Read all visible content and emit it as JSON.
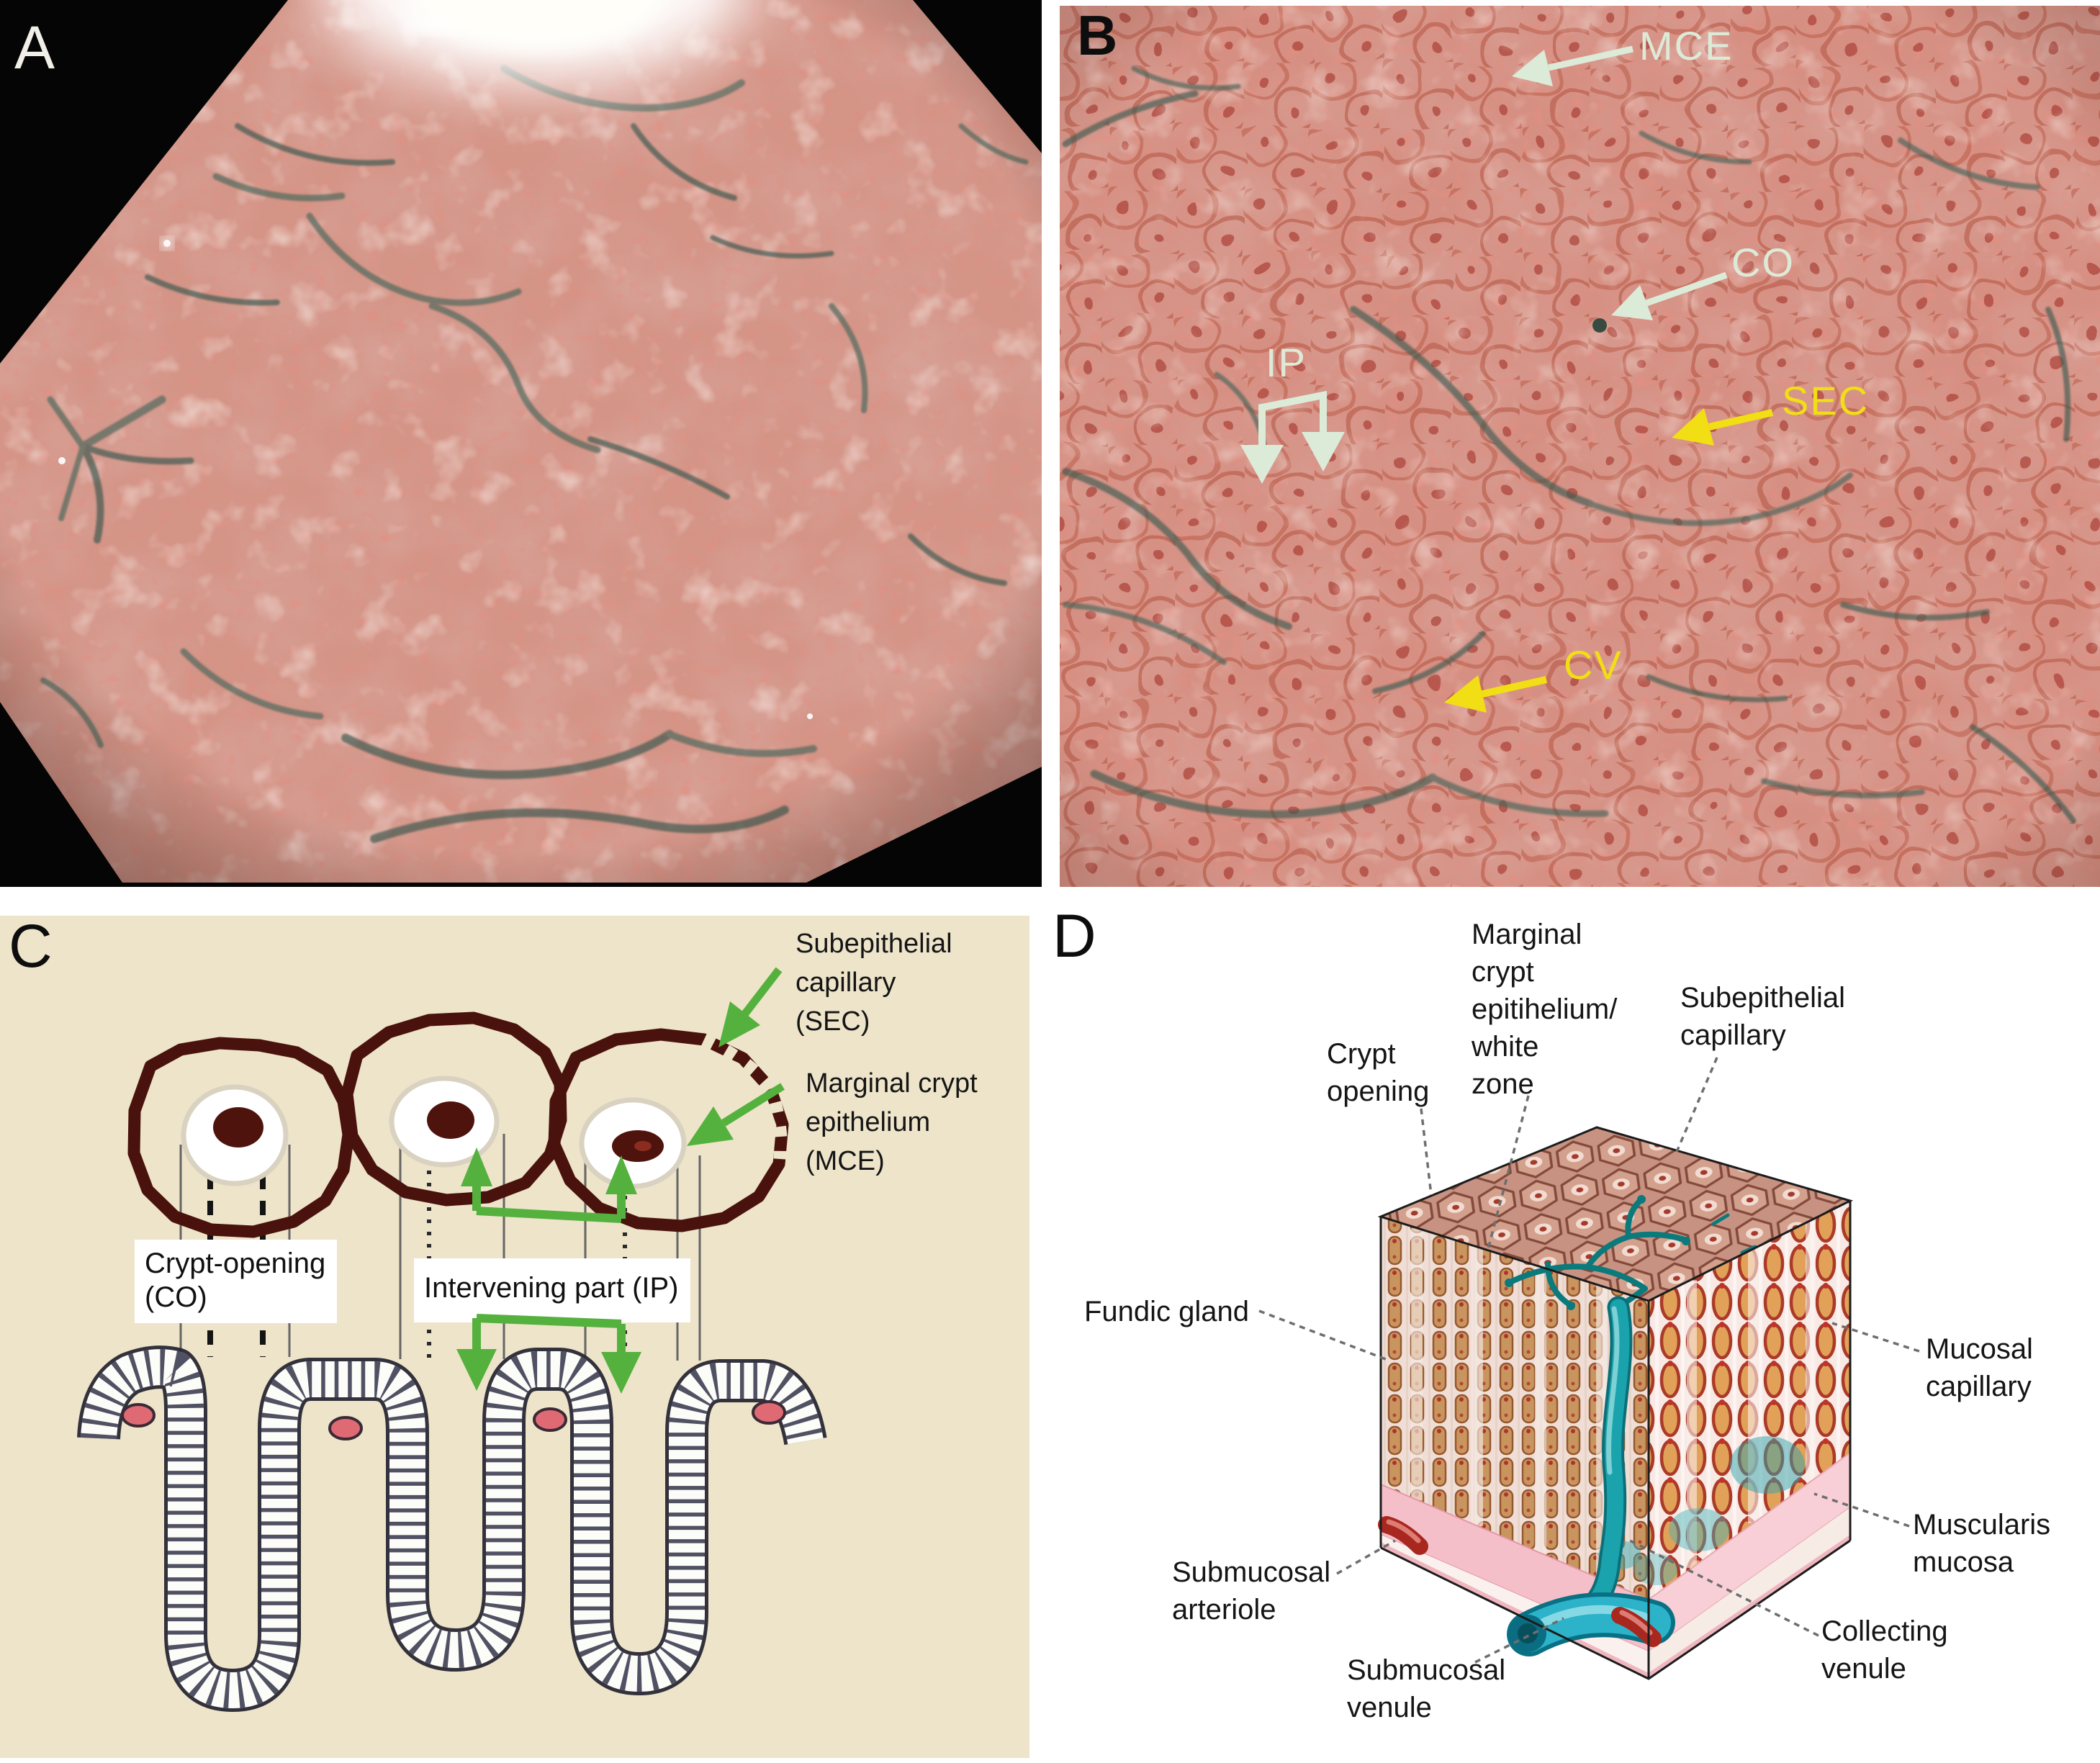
{
  "panels": {
    "a": {
      "letter": "A"
    },
    "b": {
      "letter": "B",
      "labels": {
        "mce": "MCE",
        "co": "CO",
        "ip": "IP",
        "sec": "SEC",
        "cv": "CV"
      }
    },
    "c": {
      "letter": "C",
      "labels": {
        "sec_lines": [
          "Subepithelial",
          "capillary",
          "(SEC)"
        ],
        "mce_lines": [
          "Marginal crypt",
          "epithelium",
          "(MCE)"
        ],
        "co_lines": [
          "Crypt-opening",
          "(CO)"
        ],
        "ip": "Intervening part (IP)"
      }
    },
    "d": {
      "letter": "D",
      "labels": {
        "crypt_opening": [
          "Crypt",
          "opening"
        ],
        "marginal": [
          "Marginal",
          "crypt",
          "epitihelium/",
          "white",
          "zone"
        ],
        "subepithelial": [
          "Subepithelial",
          "capillary"
        ],
        "fundic": "Fundic gland",
        "mucosal": [
          "Mucosal",
          "capillary"
        ],
        "muscularis": [
          "Muscularis",
          "mucosa"
        ],
        "collecting": [
          "Collecting",
          "venule"
        ],
        "submucosal_arteriole": [
          "Submucosal",
          "arteriole"
        ],
        "submucosal_venule": [
          "Submucosal",
          "venule"
        ]
      }
    }
  },
  "colors": {
    "mucosa_pink": "#d49486",
    "teal_groove": "#415e53",
    "pale_label": "#dcead8",
    "yellow_label": "#f2de14",
    "panel_c_background": "#ede4ca",
    "cell_outline": "#4a120d",
    "green_arrow": "#55b13e",
    "crypt_red_dot": "#e06a74",
    "teal_venule": "#149aa8",
    "submucosal_venule_blue": "#2cb3c9",
    "muscularis_pink": "#f5bfc9",
    "arteriole_red": "#a8271e"
  }
}
